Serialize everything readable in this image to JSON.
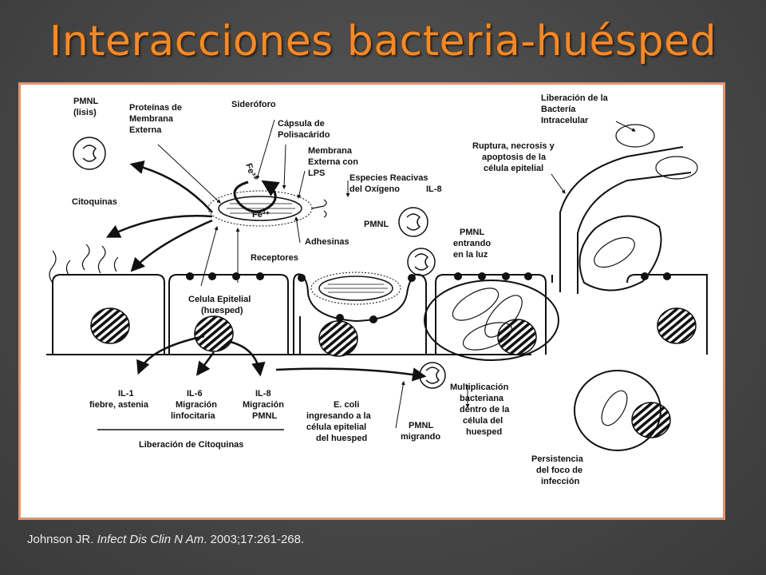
{
  "slide": {
    "title": "Interacciones bacteria-huésped",
    "citation": {
      "authors": "Johnson JR.",
      "journal": "Infect Dis Clin N Am",
      "details": ". 2003;17:261-268."
    }
  },
  "diagram": {
    "labels": {
      "pmnl_lisis_1": "PMNL",
      "pmnl_lisis_2": "(lisis)",
      "proteinas_1": "Proteínas de",
      "proteinas_2": "Membrana",
      "proteinas_3": "Externa",
      "sideroforo": "Sideróforo",
      "capsula_1": "Cápsula de",
      "capsula_2": "Polisacárido",
      "membrana_1": "Membrana",
      "membrana_2": "Externa con",
      "membrana_3": "LPS",
      "especies_1": "Especies Reacivas",
      "especies_2": "del Oxígeno",
      "il8_top": "IL-8",
      "fe_top": "Fe³⁺",
      "fe_bottom": "Fe³⁺",
      "citoquinas": "Citoquinas",
      "pmnl_mid": "PMNL",
      "adhesinas": "Adhesinas",
      "pmnl_entrando_1": "PMNL",
      "pmnl_entrando_2": "entrando",
      "pmnl_entrando_3": "en la luz",
      "receptores": "Receptores",
      "liberacion_bact_1": "Liberación de la",
      "liberacion_bact_2": "Bactería",
      "liberacion_bact_3": "Intracelular",
      "ruptura_1": "Ruptura, necrosis y",
      "ruptura_2": "apoptosis de la",
      "ruptura_3": "célula epitelial",
      "celula_1": "Celula Epitelial",
      "celula_2": "(huesped)",
      "il1_1": "IL-1",
      "il1_2": "fiebre, astenia",
      "il6_1": "IL-6",
      "il6_2": "Migración",
      "il6_3": "linfocitaria",
      "il8_1": "IL-8",
      "il8_2": "Migración",
      "il8_3": "PMNL",
      "liberacion_cit": "Liberación de Citoquinas",
      "ecoli_1": "E. coli",
      "ecoli_2": "ingresando a la",
      "ecoli_3": "célula epitelial",
      "ecoli_4": "del huesped",
      "pmnl_migrando_1": "PMNL",
      "pmnl_migrando_2": "migrando",
      "multi_1": "Multiplicación",
      "multi_2": "bacteriana",
      "multi_3": "dentro de la",
      "multi_4": "célula del",
      "multi_5": "huesped",
      "persist_1": "Persistencia",
      "persist_2": "del foco de",
      "persist_3": "infección"
    }
  }
}
